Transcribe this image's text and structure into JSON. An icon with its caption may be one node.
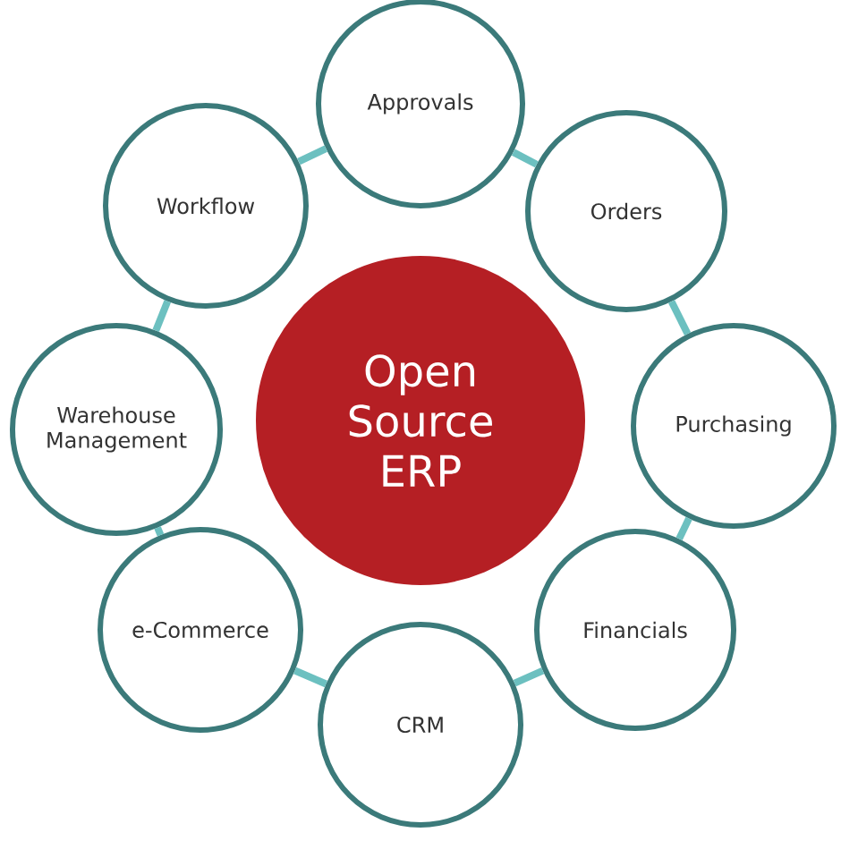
{
  "diagram": {
    "nodes": [
      {
        "text": [
          "Open Source ERP"
        ]
      },
      {
        "text": [
          "Approvals"
        ]
      },
      {
        "text": [
          "Orders"
        ]
      },
      {
        "text": [
          "Purchasing"
        ]
      },
      {
        "text": [
          "Financials"
        ]
      },
      {
        "text": [
          "CRM"
        ]
      },
      {
        "text": [
          "e-Commerce"
        ]
      },
      {
        "text": [
          "Warehouse Management"
        ]
      },
      {
        "text": [
          "Workflow"
        ]
      }
    ],
    "edges": [
      {
        "from": 1,
        "to": 2,
        "arrow": "none"
      },
      {
        "from": 2,
        "to": 3,
        "arrow": "none"
      },
      {
        "from": 3,
        "to": 4,
        "arrow": "none"
      },
      {
        "from": 4,
        "to": 5,
        "arrow": "none"
      },
      {
        "from": 5,
        "to": 6,
        "arrow": "none"
      },
      {
        "from": 6,
        "to": 7,
        "arrow": "none"
      },
      {
        "from": 7,
        "to": 8,
        "arrow": "none"
      },
      {
        "from": 8,
        "to": 1,
        "arrow": "none"
      }
    ]
  }
}
